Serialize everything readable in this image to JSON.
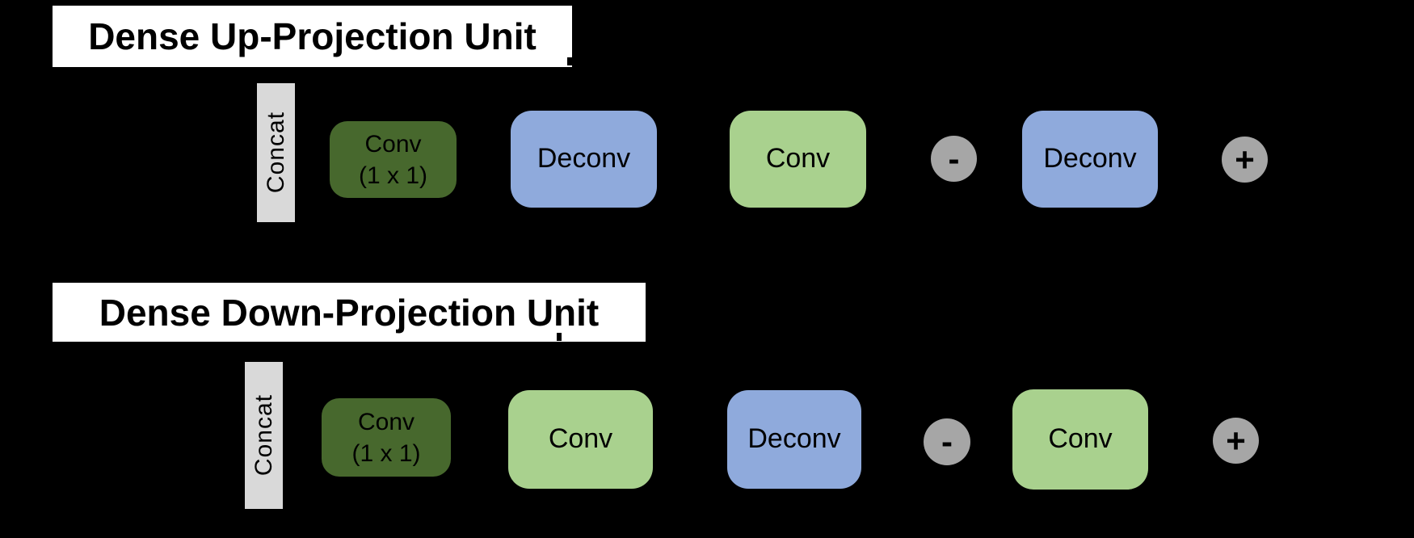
{
  "figure": {
    "background": "#000000",
    "colors": {
      "title_banner_bg": "#ffffff",
      "title_text": "#000000",
      "concat_bar": "#d9d9d9",
      "conv_1x1_dark_green": "#47682d",
      "conv_light_green": "#a9d18e",
      "deconv_blue": "#8faadc",
      "operator_gray": "#a6a6a6",
      "block_text": "#000000"
    }
  },
  "units": [
    {
      "id": "dense-up-projection",
      "title": "Dense Up-Projection Unit",
      "concat_label": "Concat",
      "blocks": [
        {
          "kind": "conv-1x1",
          "label": "Conv",
          "sublabel": "(1 x 1)",
          "color": "#47682d"
        },
        {
          "kind": "deconv",
          "label": "Deconv",
          "color": "#8faadc"
        },
        {
          "kind": "conv",
          "label": "Conv",
          "color": "#a9d18e"
        },
        {
          "kind": "subtract-op",
          "label": "-",
          "color": "#a6a6a6"
        },
        {
          "kind": "deconv",
          "label": "Deconv",
          "color": "#8faadc"
        },
        {
          "kind": "add-op",
          "label": "+",
          "color": "#a6a6a6"
        }
      ]
    },
    {
      "id": "dense-down-projection",
      "title": "Dense Down-Projection Unit",
      "concat_label": "Concat",
      "blocks": [
        {
          "kind": "conv-1x1",
          "label": "Conv",
          "sublabel": "(1 x 1)",
          "color": "#47682d"
        },
        {
          "kind": "conv",
          "label": "Conv",
          "color": "#a9d18e"
        },
        {
          "kind": "deconv",
          "label": "Deconv",
          "color": "#8faadc"
        },
        {
          "kind": "subtract-op",
          "label": "-",
          "color": "#a6a6a6"
        },
        {
          "kind": "conv",
          "label": "Conv",
          "color": "#a9d18e"
        },
        {
          "kind": "add-op",
          "label": "+",
          "color": "#a6a6a6"
        }
      ]
    }
  ]
}
